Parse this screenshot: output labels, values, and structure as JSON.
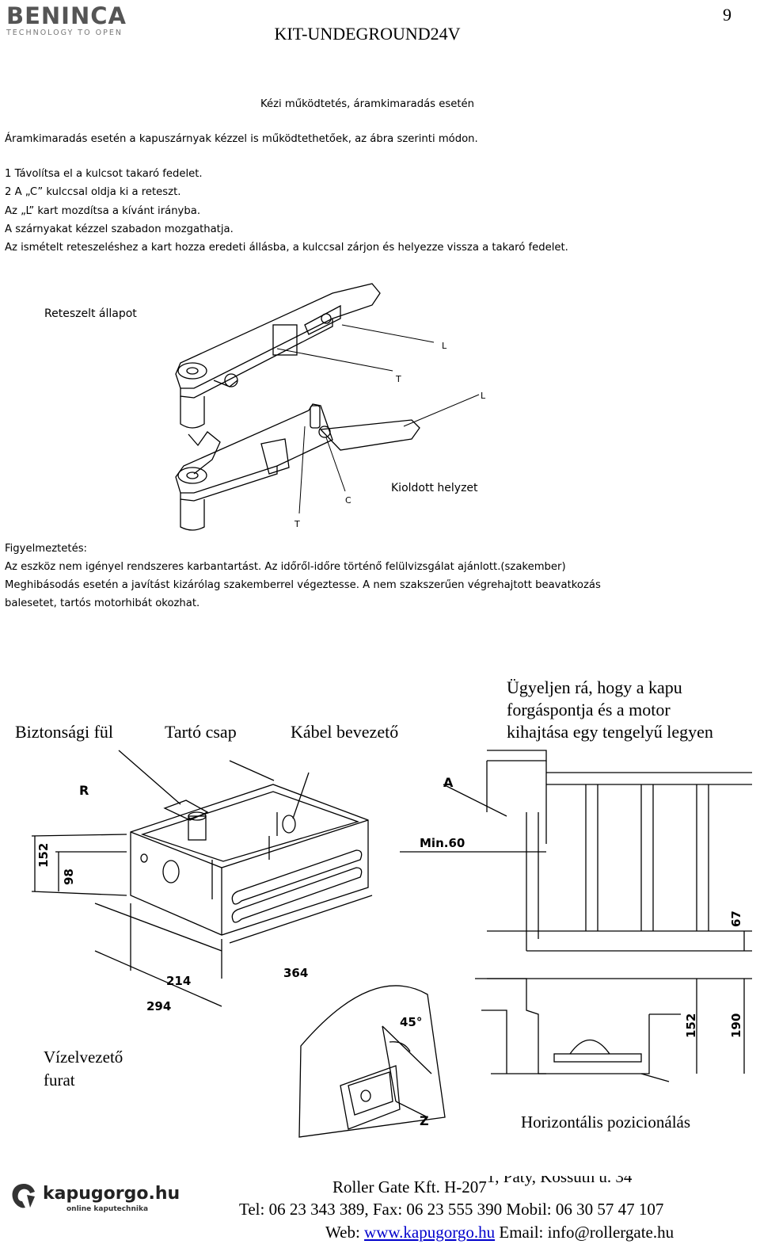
{
  "header": {
    "brand": "BENINCA",
    "tagline": "TECHNOLOGY TO OPEN",
    "page_number": "9",
    "doc_title": "KIT-UNDEGROUND24V"
  },
  "manual_section": {
    "title": "Kézi működtetés, áramkimaradás esetén",
    "intro": "Áramkimaradás esetén a kapuszárnyak kézzel is működtethetőek, az ábra szerinti módon.",
    "steps": [
      "1 Távolítsa el a kulcsot takaró fedelet.",
      "2 A „C” kulccsal oldja ki a reteszt.",
      "Az „L” kart mozdítsa a kívánt irányba.",
      "A szárnyakat kézzel szabadon mozgathatja.",
      "Az ismételt reteszeléshez a kart hozza eredeti állásba, a kulccsal zárjon és helyezze vissza a takaró fedelet."
    ]
  },
  "figure1": {
    "locked_label": "Reteszelt állapot",
    "unlocked_label": "Kioldott helyzet",
    "callouts": {
      "L1": "L",
      "T1": "T",
      "L2": "L",
      "C": "C",
      "T2": "T"
    }
  },
  "warning": {
    "heading": "Figyelmeztetés:",
    "line1": "Az eszköz nem igényel rendszeres karbantartást. Az időről-időre történő felülvizsgálat ajánlott.(szakember)",
    "line2": "Meghibásodás esetén a javítást kizárólag szakemberrel végeztesse. A nem szakszerűen végrehajtott beavatkozás",
    "line3": "balesetet, tartós motorhibát okozhat."
  },
  "figure2": {
    "label_safety_tab": "Biztonsági fül",
    "label_support_pin": "Tartó csap",
    "label_cable_entry": "Kábel bevezető",
    "note_line1": "Ügyeljen rá, hogy a kapu",
    "note_line2": "forgáspontja és a motor",
    "note_line3": "kihajtása egy tengelyű legyen",
    "drain_line1": "Vízelvezető",
    "drain_line2": "furat",
    "horizontal": "Horizontális pozicionálás",
    "letters": {
      "R": "R",
      "A": "A",
      "Z": "Z"
    },
    "dims": {
      "d152a": "152",
      "d98": "98",
      "d214": "214",
      "d364": "364",
      "d294": "294",
      "min60": "Min.60",
      "d45": "45°",
      "d67": "67",
      "d152b": "152",
      "d190": "190"
    }
  },
  "footer": {
    "logo_text": "kapugorgo.hu",
    "logo_sub": "online kaputechnika",
    "company": "Roller Gate Kft. H-207",
    "company_tail": "1, Páty, Kossuth u. 34",
    "contact": "Tel: 06 23 343 389, Fax: 06 23 555 390 Mobil: 06 30 57 47 107",
    "web_label": "Web:",
    "web_link": "www.kapugorgo.hu",
    "email": "Email: info@rollergate.hu"
  }
}
